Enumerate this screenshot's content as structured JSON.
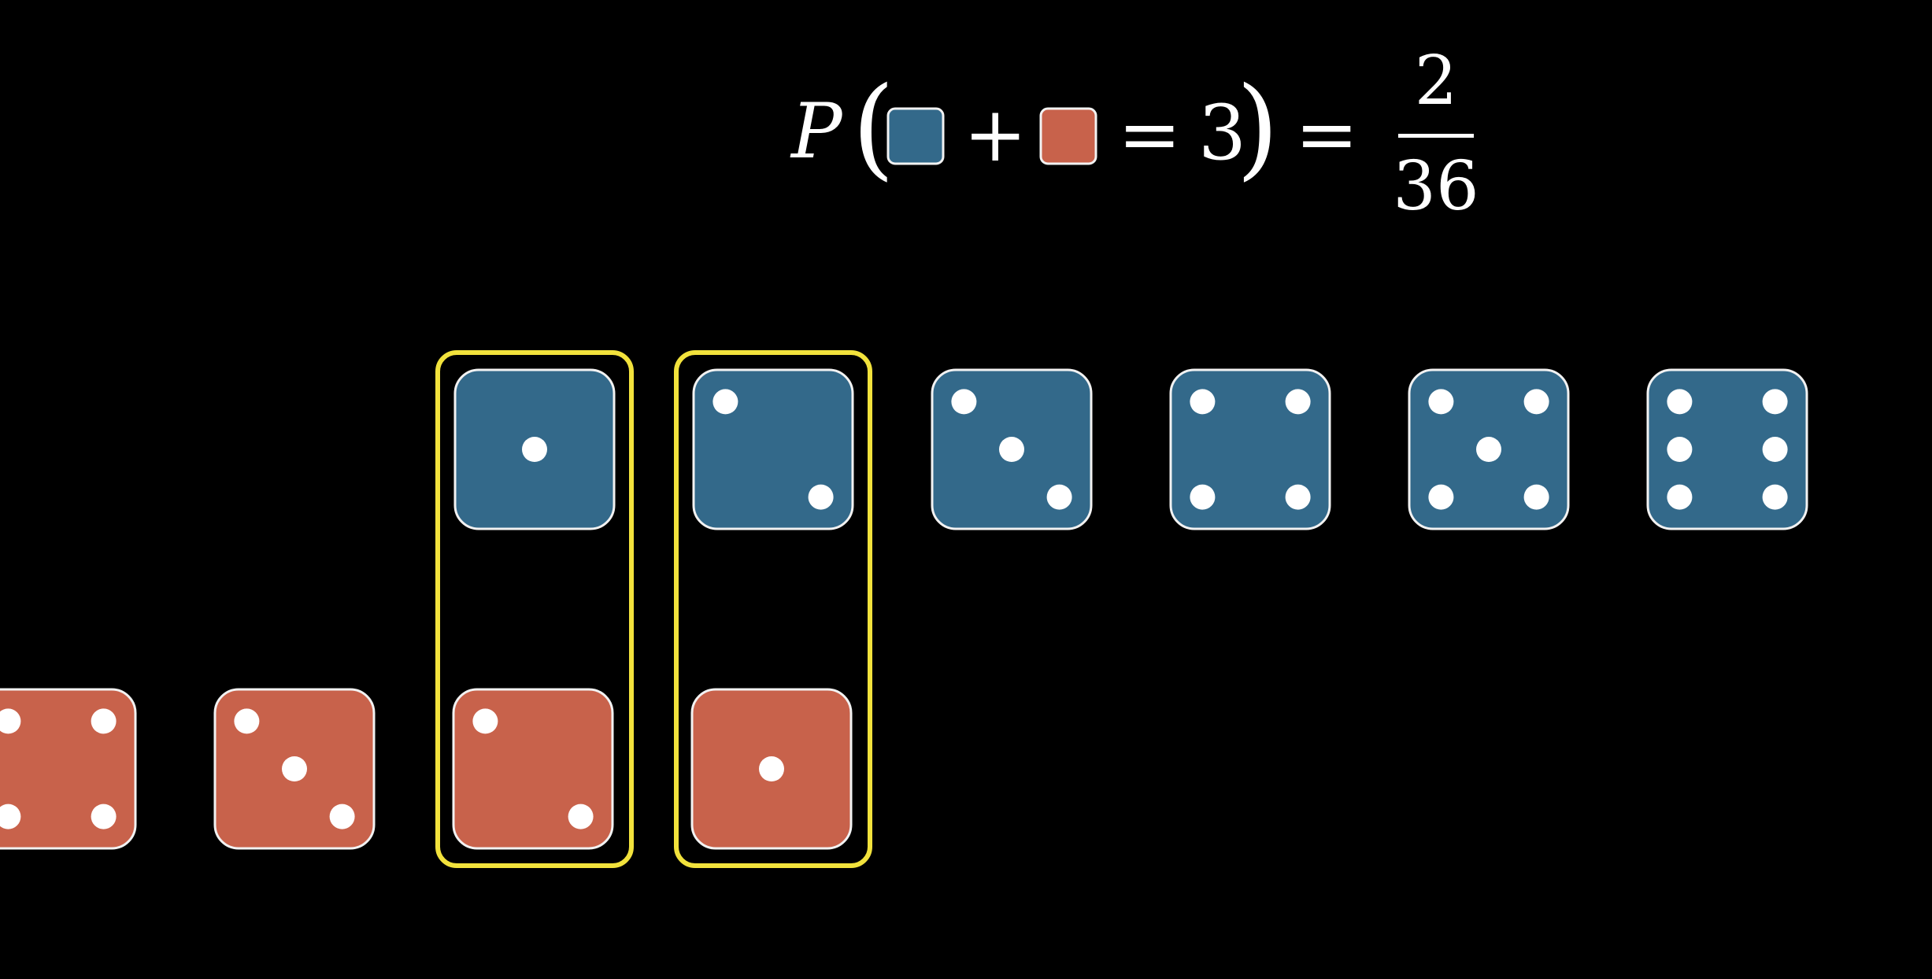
{
  "colors": {
    "background": "#000000",
    "blue_die": "#33698a",
    "red_die": "#c8624b",
    "outline": "#f2f2f2",
    "pip": "#ffffff",
    "highlight": "#f2e23c",
    "text": "#ffffff"
  },
  "formula": {
    "p": "P",
    "open_paren": "(",
    "plus": "+",
    "equals": "=",
    "target": "3",
    "close_paren": ")",
    "equals_result": "=",
    "numerator": "2",
    "denominator": "36"
  },
  "blue_dice": [
    {
      "value": 1,
      "highlighted": true
    },
    {
      "value": 2,
      "highlighted": true
    },
    {
      "value": 3,
      "highlighted": false
    },
    {
      "value": 4,
      "highlighted": false
    },
    {
      "value": 5,
      "highlighted": false
    },
    {
      "value": 6,
      "highlighted": false
    }
  ],
  "red_dice": [
    {
      "value": 4,
      "highlighted": false
    },
    {
      "value": 3,
      "highlighted": false
    },
    {
      "value": 2,
      "highlighted": true
    },
    {
      "value": 1,
      "highlighted": true
    }
  ]
}
